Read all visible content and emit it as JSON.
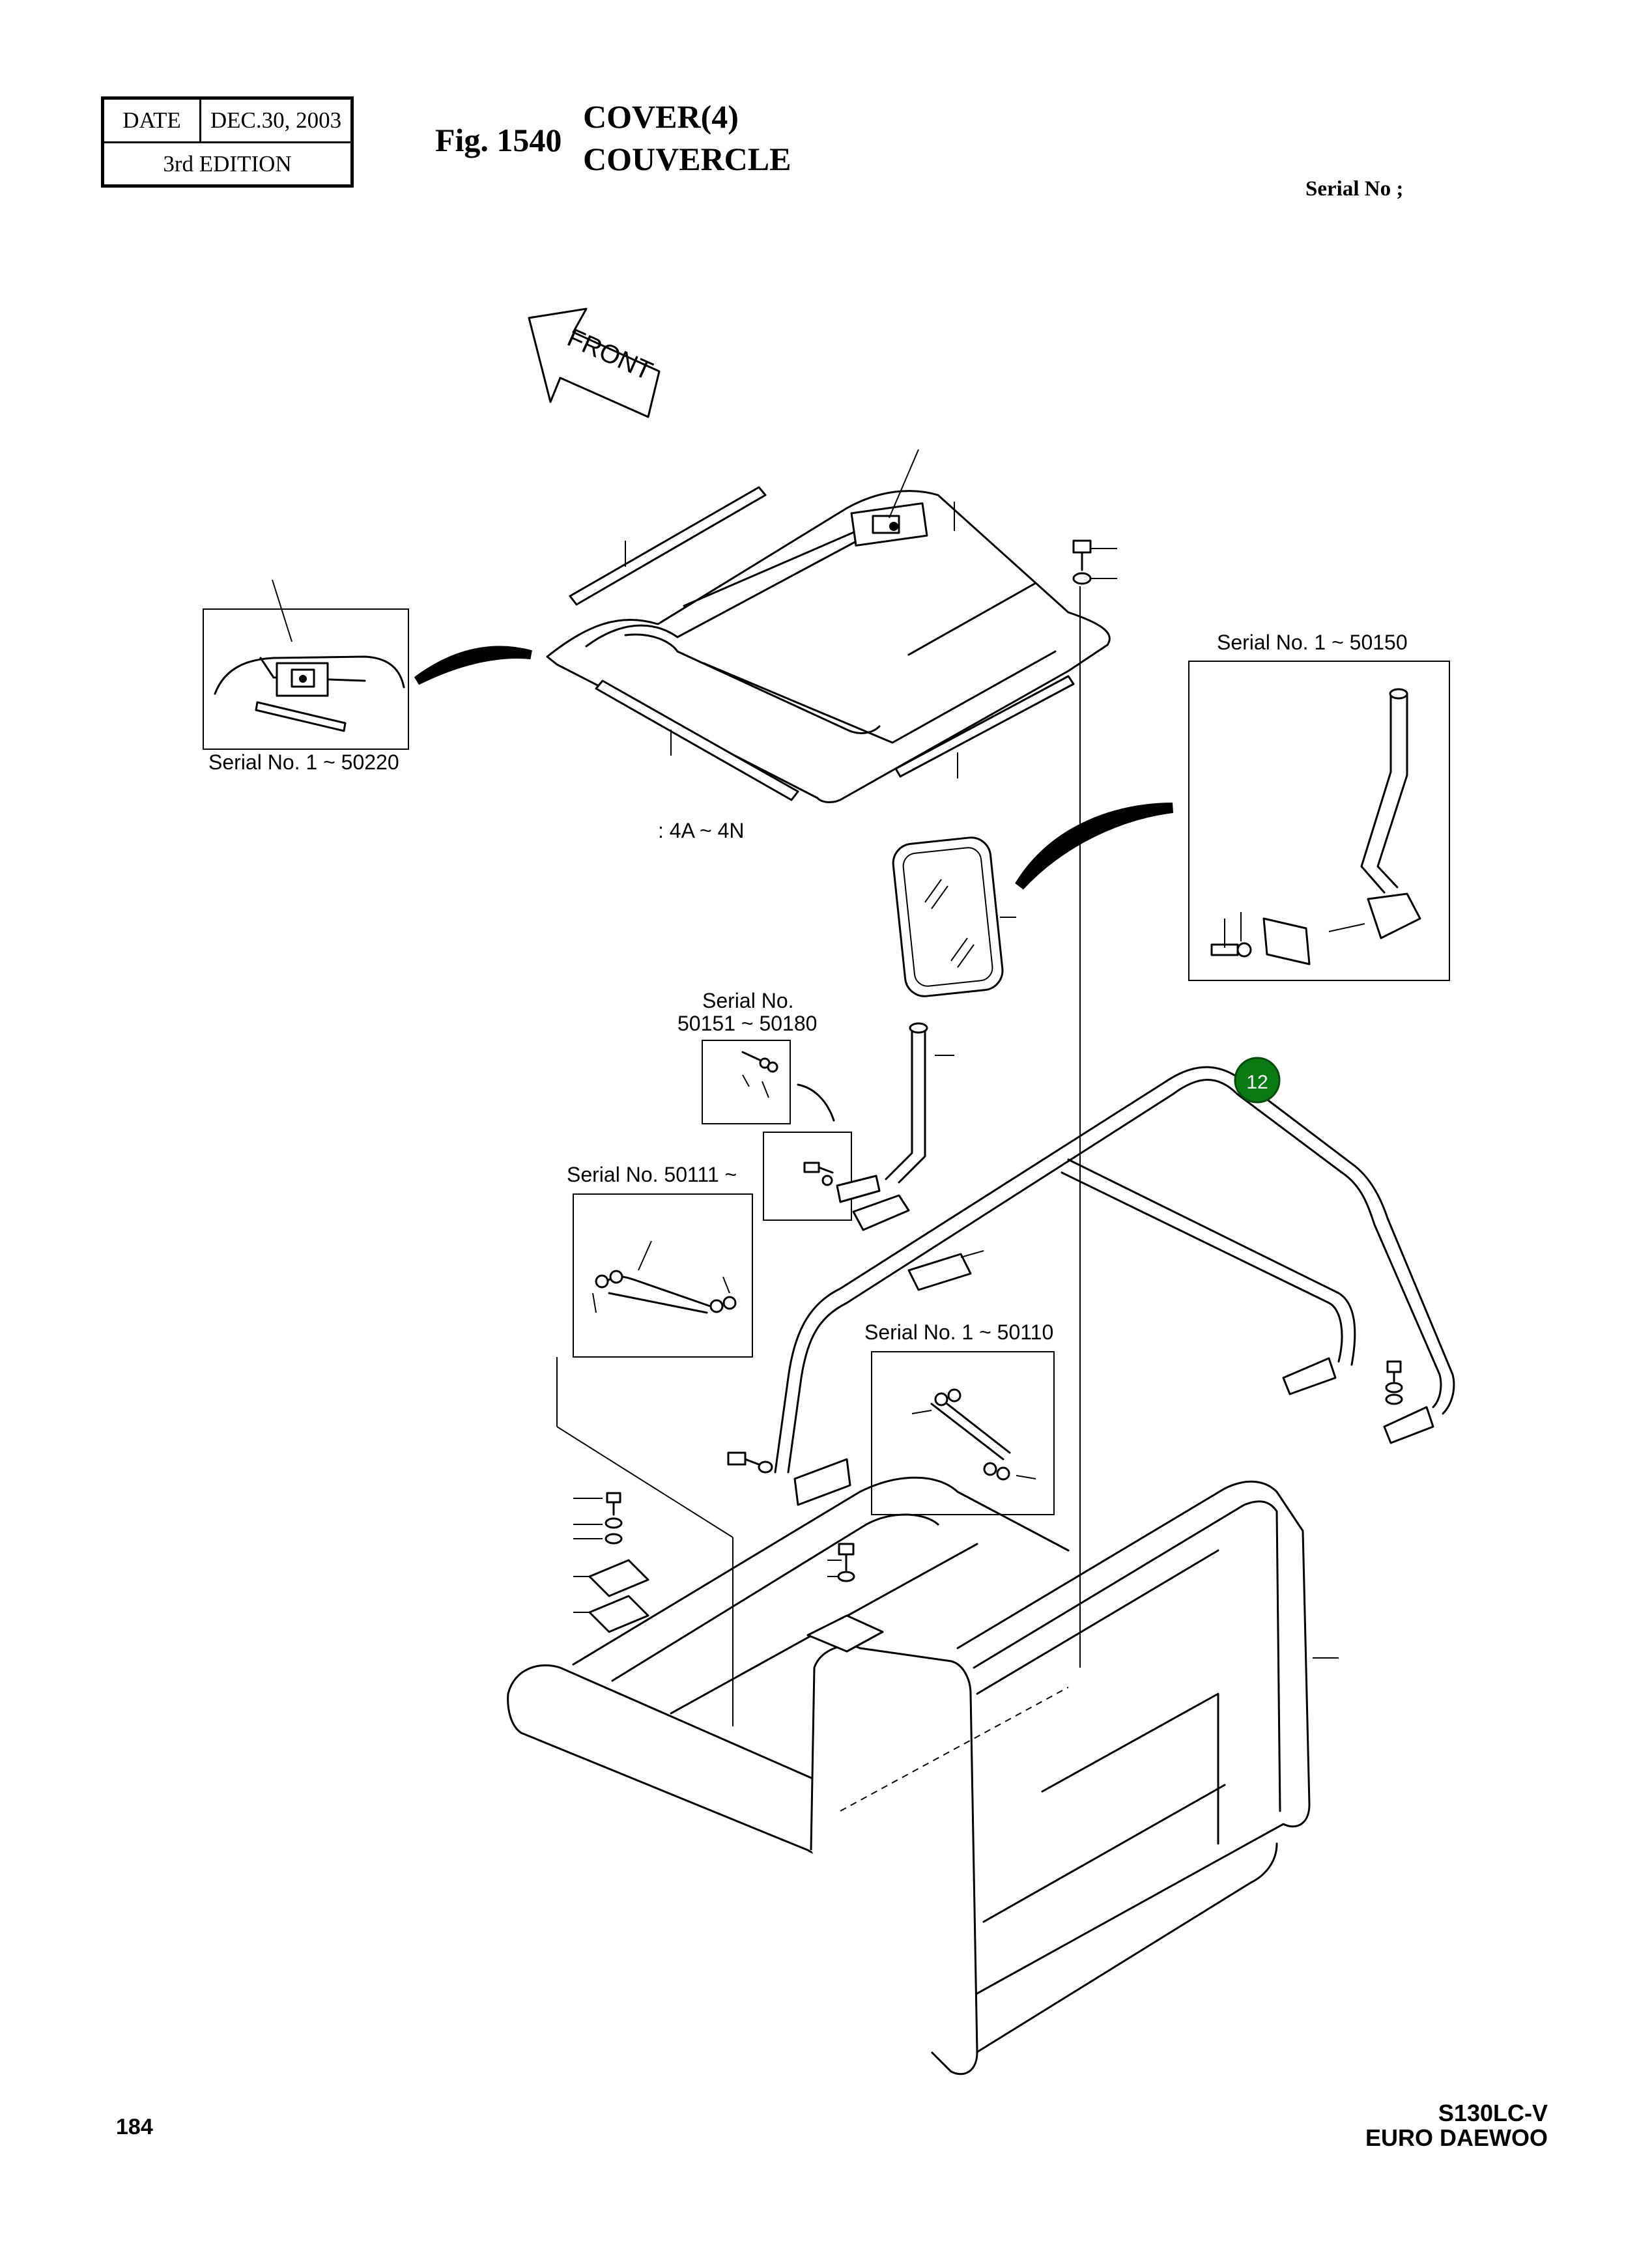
{
  "header": {
    "date_label": "DATE",
    "date_value": "DEC.30, 2003",
    "edition": "3rd  EDITION",
    "fig_number": "Fig. 1540",
    "title_en": "COVER(4)",
    "title_fr": "COUVERCLE",
    "serial_header": "Serial No ;"
  },
  "diagram": {
    "front_arrow_label": "FRONT",
    "callouts": {
      "latch_detail": "Serial No. 1 ~ 50220",
      "cover_range": ": 4A ~ 4N",
      "mirror_stay_detail": "Serial No. 1 ~ 50150",
      "bracket_detail_line1": "Serial No.",
      "bracket_detail_line2": "50151 ~ 50180",
      "spring_detail_new": "Serial No. 50111 ~",
      "spring_detail_old": "Serial No. 1 ~ 50110"
    },
    "part_marker": "12",
    "marker_color": "#0a7a12"
  },
  "footer": {
    "page_number": "184",
    "model_line1": "S130LC-V",
    "model_line2": "EURO DAEWOO"
  }
}
